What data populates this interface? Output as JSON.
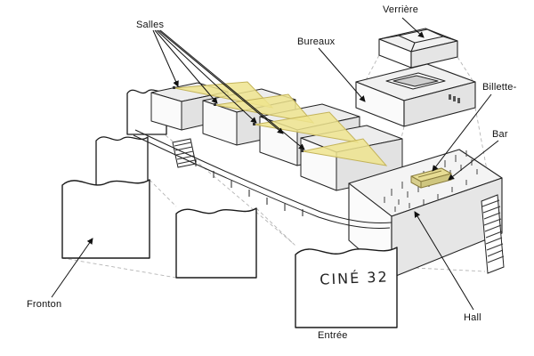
{
  "labels": {
    "salles": "Salles",
    "verriere": "Verrière",
    "bureaux": "Bureaux",
    "billetterie": "Billette-",
    "bar": "Bar",
    "hall": "Hall",
    "entree": "Entrée",
    "fronton": "Fronton"
  },
  "facade_text": "CINÉ 32",
  "colors": {
    "beam_yellow": "#efe48e",
    "beam_outline": "#c3b35a",
    "ink": "#1a1a1a",
    "volume_shade": "#e4e4e4"
  }
}
